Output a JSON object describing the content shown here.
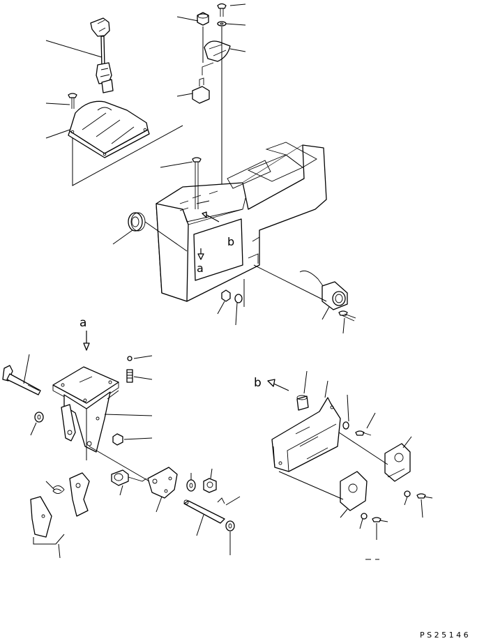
{
  "callouts": {
    "a_top": "a",
    "b_top": "b",
    "a_bottom": "a",
    "b_bottom": "b"
  },
  "drawing_code": "PS25146"
}
